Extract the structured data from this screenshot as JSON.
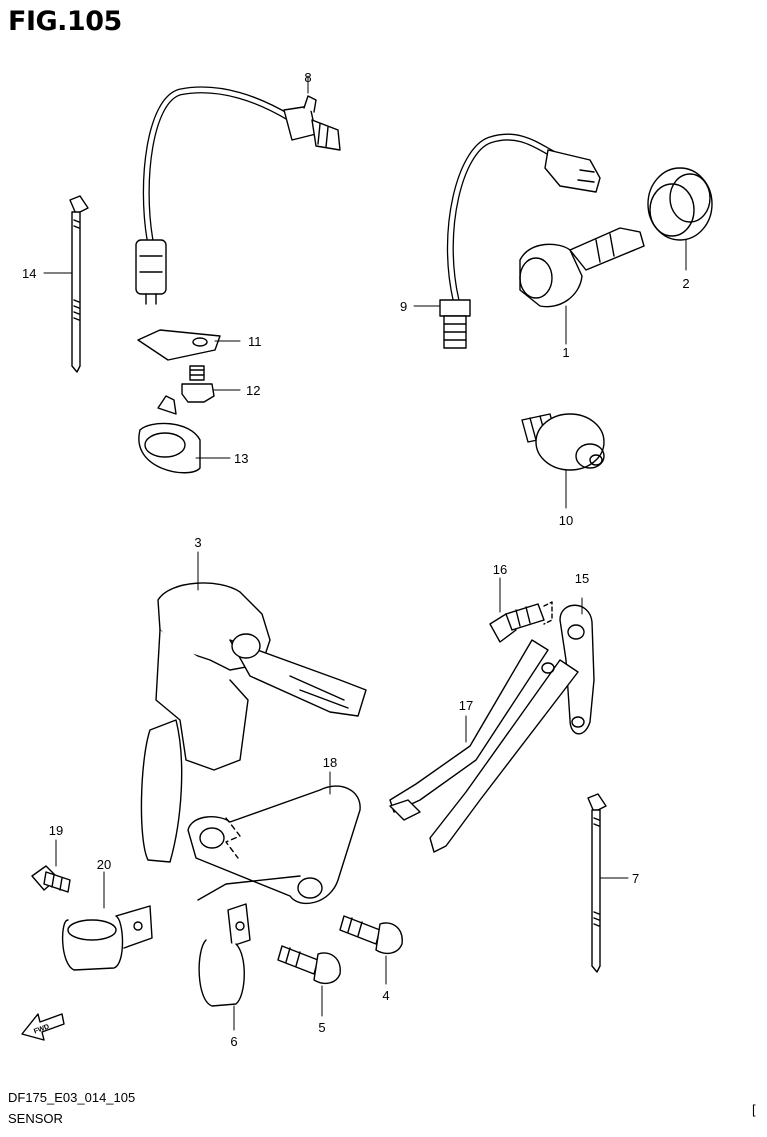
{
  "figure": {
    "title": "FIG.105"
  },
  "callouts": [
    {
      "id": "p8",
      "label": "8"
    },
    {
      "id": "p14",
      "label": "14"
    },
    {
      "id": "p11",
      "label": "11"
    },
    {
      "id": "p12",
      "label": "12"
    },
    {
      "id": "p13",
      "label": "13"
    },
    {
      "id": "p9",
      "label": "9"
    },
    {
      "id": "p1",
      "label": "1"
    },
    {
      "id": "p2",
      "label": "2"
    },
    {
      "id": "p10",
      "label": "10"
    },
    {
      "id": "p3",
      "label": "3"
    },
    {
      "id": "p16",
      "label": "16"
    },
    {
      "id": "p15",
      "label": "15"
    },
    {
      "id": "p17",
      "label": "17"
    },
    {
      "id": "p18",
      "label": "18"
    },
    {
      "id": "p19",
      "label": "19"
    },
    {
      "id": "p20",
      "label": "20"
    },
    {
      "id": "p7",
      "label": "7"
    },
    {
      "id": "p4",
      "label": "4"
    },
    {
      "id": "p5",
      "label": "5"
    },
    {
      "id": "p6",
      "label": "6"
    }
  ],
  "direction_mark": "FWD",
  "footer": {
    "code": "DF175_E03_014_105",
    "name": "SENSOR",
    "mark": "["
  }
}
